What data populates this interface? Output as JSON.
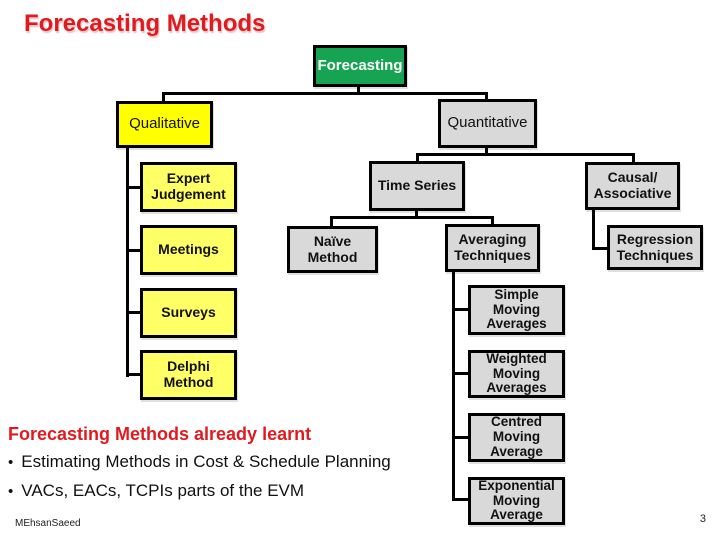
{
  "slide": {
    "title": "Forecasting Methods",
    "footer": "MEhsanSaeed",
    "page_number": "3"
  },
  "diagram": {
    "forecasting": "Forecasting",
    "qualitative": "Qualitative",
    "quantitative": "Quantitative",
    "expert_judgement": "Expert Judgement",
    "meetings": "Meetings",
    "surveys": "Surveys",
    "delphi_method": "Delphi Method",
    "time_series": "Time Series",
    "causal_associative": "Causal/ Associative",
    "naive_method": "Naïve Method",
    "averaging_techniques": "Averaging Techniques",
    "regression_techniques": "Regression Techniques",
    "simple_moving_averages": "Simple Moving Averages",
    "weighted_moving_averages": "Weighted Moving Averages",
    "centred_moving_average": "Centred Moving Average",
    "exponential_moving_average": "Exponential Moving Average"
  },
  "notes": {
    "heading": "Forecasting Methods already learnt",
    "bullets": [
      "Estimating Methods in Cost & Schedule Planning",
      "VACs, EACs, TCPIs parts of the EVM"
    ]
  },
  "colors": {
    "red": "#e01b20",
    "green": "#17a452",
    "yellow": "#ffff00",
    "light_yellow": "#ffff66",
    "gray": "#d9d9d9",
    "border": "#000000"
  }
}
